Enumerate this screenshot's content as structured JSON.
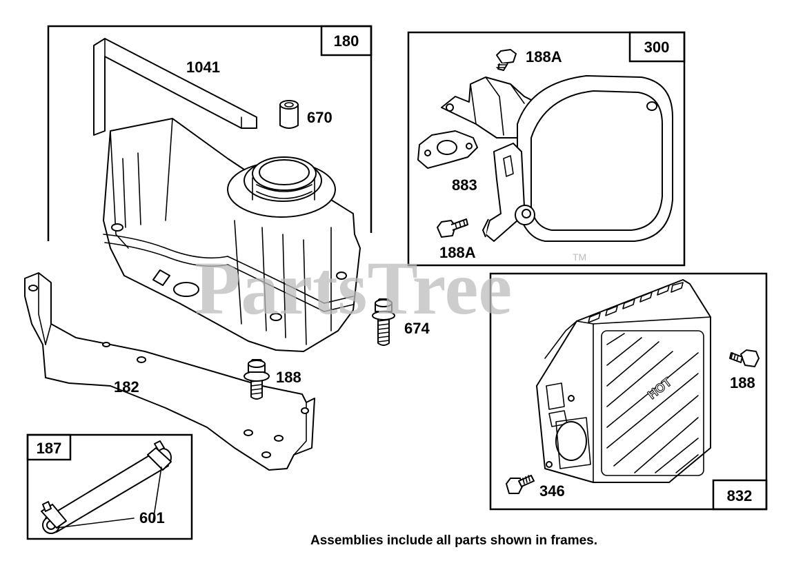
{
  "watermark": {
    "text": "PartsTree",
    "trademark": "TM"
  },
  "caption": "Assemblies include all parts shown in frames.",
  "frames": [
    {
      "id": "180",
      "label": "180"
    },
    {
      "id": "300",
      "label": "300"
    },
    {
      "id": "832",
      "label": "832"
    },
    {
      "id": "187",
      "label": "187"
    }
  ],
  "parts": {
    "p1041": "1041",
    "p670": "670",
    "p188a_top": "188A",
    "p883": "883",
    "p188a_bottom": "188A",
    "p674": "674",
    "p188_center": "188",
    "p182": "182",
    "p188_right": "188",
    "p346": "346",
    "p601": "601"
  },
  "cover_text": "HOT"
}
